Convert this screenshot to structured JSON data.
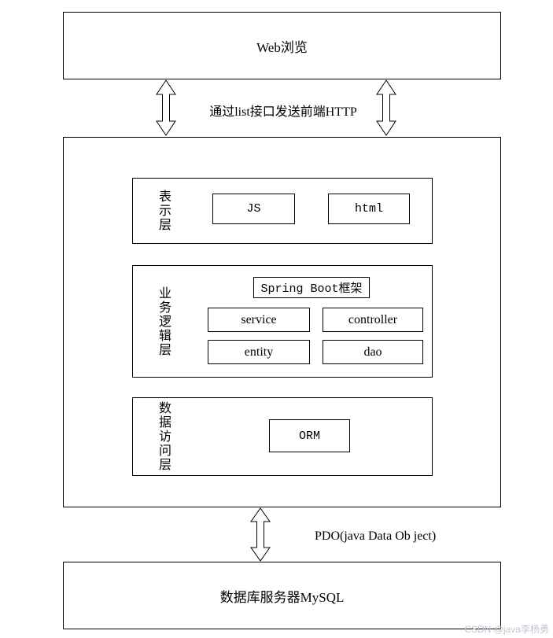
{
  "diagram": {
    "top_box": "Web浏览",
    "top_arrow_label": "通过list接口发送前端HTTP",
    "bottom_arrow_label": "PDO(java Data Ob ject)",
    "bottom_box": "数据库服务器MySQL",
    "watermark": "CSDN @java李杨勇",
    "layers": {
      "presentation": {
        "label": "表示层",
        "items": [
          "JS",
          "html"
        ]
      },
      "business": {
        "label": "业务逻辑层",
        "framework": "Spring Boot框架",
        "items": [
          "service",
          "controller",
          "entity",
          "dao"
        ]
      },
      "data_access": {
        "label": "数据访问层",
        "items": [
          "ORM"
        ]
      }
    }
  }
}
